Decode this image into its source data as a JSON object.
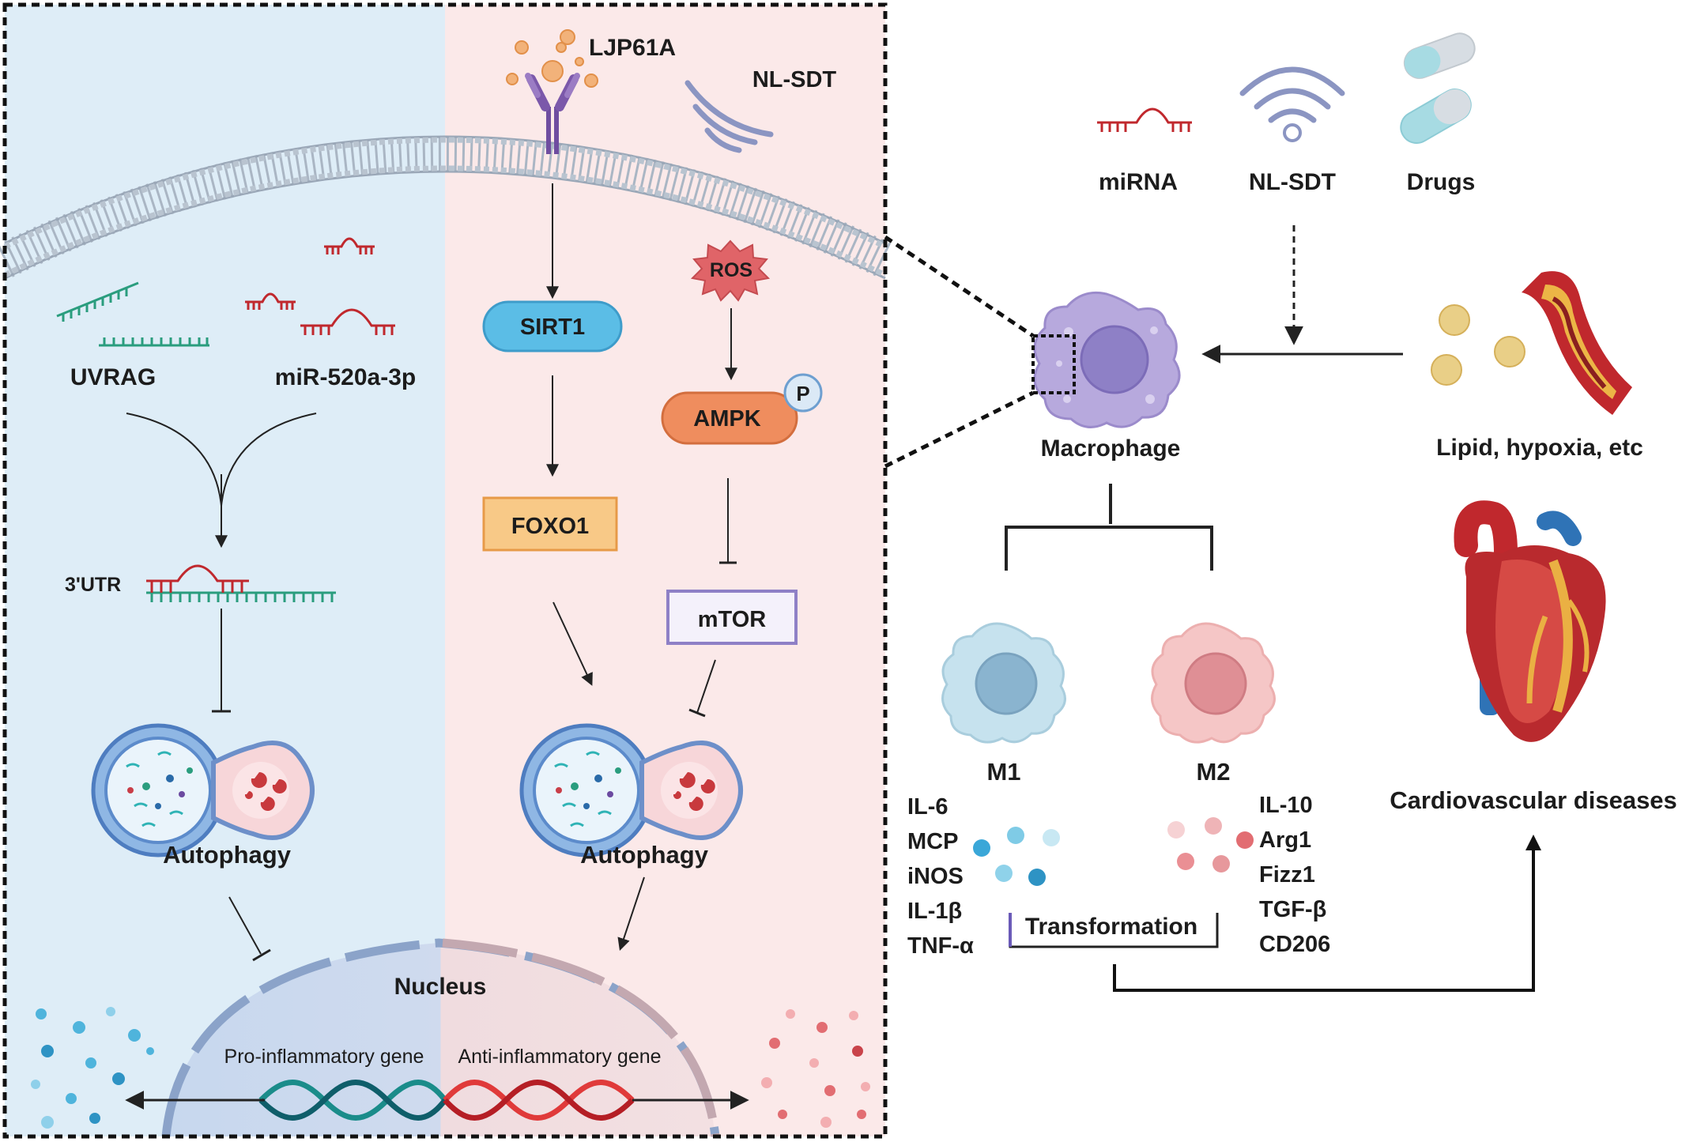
{
  "left_panel": {
    "membrane_stimuli": {
      "ligand": "LJP61A",
      "sonodynamic": "NL-SDT"
    },
    "mirna_pathway": {
      "target": "UVRAG",
      "mirna": "miR-520a-3p",
      "binding_site": "3'UTR",
      "outcome": "Autophagy"
    },
    "sirt1_pathway": {
      "step1": "SIRT1",
      "step2": "FOXO1"
    },
    "ros_pathway": {
      "trigger": "ROS",
      "kinase": "AMPK",
      "phospho": "P",
      "target": "mTOR",
      "outcome": "Autophagy"
    },
    "nucleus": {
      "label": "Nucleus",
      "pro_gene": "Pro-inflammatory gene",
      "anti_gene": "Anti-inflammatory gene"
    }
  },
  "right_panel": {
    "interventions": [
      "miRNA",
      "NL-SDT",
      "Drugs"
    ],
    "stimuli": "Lipid, hypoxia, etc",
    "cell": "Macrophage",
    "m1": {
      "label": "M1",
      "markers": [
        "IL-6",
        "MCP",
        "iNOS",
        "IL-1β",
        "TNF-α"
      ]
    },
    "m2": {
      "label": "M2",
      "markers": [
        "IL-10",
        "Arg1",
        "Fizz1",
        "TGF-β",
        "CD206"
      ]
    },
    "transformation": "Transformation",
    "disease": "Cardiovascular diseases"
  },
  "colors": {
    "left_bg": "#deedf7",
    "right_bg": "#fbe9e9",
    "membrane": "#a8b4c2",
    "mrna_green": "#2a9d7e",
    "mirna_red": "#c0282d",
    "sirt1": "#5bbde6",
    "foxo1": "#f8c987",
    "ros": "#e06468",
    "ampk": "#ef8d5e",
    "mtor_border": "#8e80c6",
    "macrophage": "#b7a9dd",
    "m1": "#c6e2ee",
    "m2": "#f5c6c6",
    "pro_dots": "#4fb4dc",
    "anti_dots": "#e26d72"
  }
}
